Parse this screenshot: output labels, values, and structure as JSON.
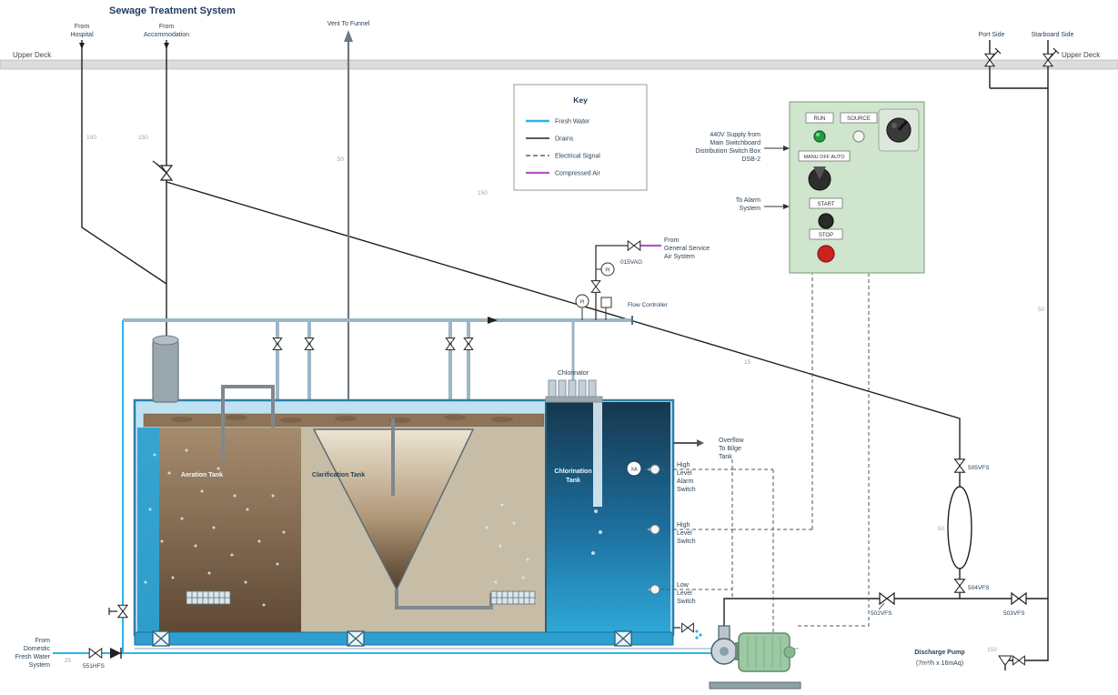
{
  "title": "Sewage Treatment System",
  "deck": {
    "left_label": "Upper Deck",
    "right_label": "Upper Deck"
  },
  "sources": {
    "hospital": [
      "From",
      "Hospital"
    ],
    "accommodation": [
      "From",
      "Accommodation"
    ],
    "vent": "Vent To Funnel",
    "port": "Port Side",
    "starboard": "Starboard Side",
    "air": [
      "From",
      "General Service",
      "Air System"
    ],
    "fresh_water": [
      "From",
      "Domestic",
      "Fresh Water",
      "System"
    ]
  },
  "key": {
    "title": "Key",
    "entries": [
      {
        "label": "Fresh Water",
        "color": "#29b6e8"
      },
      {
        "label": "Drains",
        "color": "#222222"
      },
      {
        "label": "Electrical Signal",
        "color": "#444444"
      },
      {
        "label": "Compressed Air",
        "color": "#b455c8"
      }
    ]
  },
  "panel": {
    "run": "RUN",
    "source": "SOURCE",
    "selector": "MANU OFF AUTO",
    "start": "START",
    "stop": "STOP",
    "supply": [
      "440V Supply from",
      "Main Switchboard",
      "Distribution Switch Box",
      "DSB-2"
    ],
    "alarm": [
      "To Alarm",
      "System"
    ]
  },
  "tank": {
    "aeration": "Aeration Tank",
    "clarification": "Clarification Tank",
    "chlorination": [
      "Chlorination",
      "Tank"
    ],
    "chlorinator": "Chlorinator",
    "overflow": [
      "Overflow",
      "To Bilge",
      "Tank"
    ],
    "high_alarm": [
      "High",
      "Level",
      "Alarm",
      "Switch"
    ],
    "high": [
      "High",
      "Level",
      "Switch"
    ],
    "low": [
      "Low",
      "Level",
      "Switch"
    ],
    "xa": "XA"
  },
  "valves": {
    "v015": "015VAG",
    "v551": "551HFS",
    "v502": "502VFS",
    "v503": "503VFS",
    "v504": "504VFS",
    "v505": "505VFS"
  },
  "pump": {
    "name": "Discharge Pump",
    "rating": "(7m³/h x 16mAq)"
  },
  "flow_controller": "Flow Controller",
  "gauge": "PI",
  "pipe_sizes": {
    "hospital": "100",
    "accommodation": "150",
    "vent": "50",
    "bypass": "150",
    "controller_line": "15",
    "overboard": "50",
    "loop": "50",
    "fresh": "25",
    "drain_bottom": "150"
  }
}
